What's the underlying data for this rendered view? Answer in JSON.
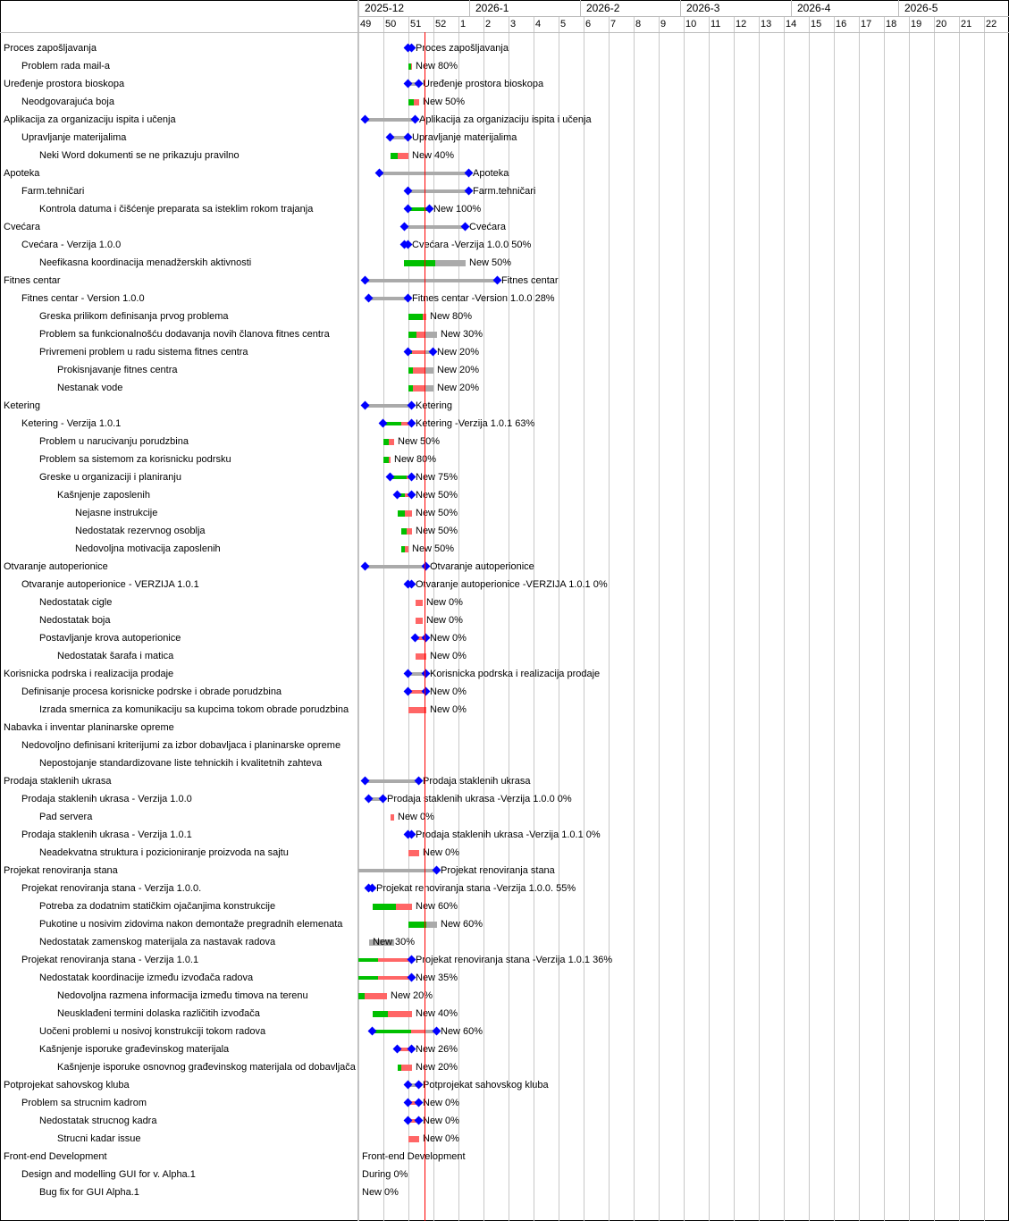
{
  "header": {
    "months": [
      {
        "label": "2025-12",
        "days": 31
      },
      {
        "label": "2026-1",
        "days": 31
      },
      {
        "label": "2026-2",
        "days": 28
      },
      {
        "label": "2026-3",
        "days": 31
      },
      {
        "label": "2026-4",
        "days": 30
      },
      {
        "label": "2026-5",
        "days": 31
      }
    ],
    "weeks": [
      "49",
      "50",
      "51",
      "52",
      "1",
      "2",
      "3",
      "4",
      "5",
      "6",
      "7",
      "8",
      "9",
      "10",
      "11",
      "12",
      "13",
      "14",
      "15",
      "16",
      "17",
      "18",
      "19",
      "20",
      "21",
      "22"
    ]
  },
  "colors": {
    "done": "#00c000",
    "late": "#ff6666",
    "todo": "#aaaaaa",
    "marker": "#0000ff",
    "today": "#ff0000",
    "grid": "#c8c8c8"
  },
  "today_day": 18.75,
  "rows_fields": [
    "label",
    "level",
    "kind",
    "start_day",
    "end_day",
    "done_until_day",
    "late_until_day",
    "caption"
  ],
  "rows": [
    [
      "Proces zapošljavanja",
      0,
      "p",
      14,
      15,
      14,
      14,
      "Proces zapošljavanja"
    ],
    [
      "Problem rada mail-a",
      1,
      "t",
      14,
      15,
      14.75,
      15,
      "New 80%"
    ],
    [
      "Uređenje prostora bioskopa",
      0,
      "p",
      14,
      17,
      14,
      14,
      "Uređenje prostora bioskopa"
    ],
    [
      "Neodgovarajuća boja",
      1,
      "t",
      14,
      17,
      15.5,
      17,
      "New 50%"
    ],
    [
      "Aplikacija za organizaciju ispita i učenja",
      0,
      "p",
      2,
      16,
      2,
      2,
      "Aplikacija za organizaciju ispita i učenja"
    ],
    [
      "Upravljanje materijalima",
      1,
      "p",
      9,
      14,
      9,
      9,
      "Upravljanje materijalima"
    ],
    [
      "Neki Word dokumenti se ne prikazuju pravilno",
      2,
      "t",
      9,
      14,
      11,
      14,
      "New 40%"
    ],
    [
      "Apoteka",
      0,
      "p",
      6,
      31,
      6,
      6,
      "Apoteka"
    ],
    [
      "Farm.tehničari",
      1,
      "p",
      14,
      31,
      14,
      14,
      "Farm.tehničari"
    ],
    [
      "Kontrola datuma i čišćenje preparata sa isteklim rokom trajanja",
      2,
      "m",
      14,
      20,
      20,
      20,
      "New 100%"
    ],
    [
      "Cvećara",
      0,
      "p",
      13,
      30,
      13,
      13,
      "Cvećara"
    ],
    [
      "Cvećara - Verzija 1.0.0",
      1,
      "p",
      13,
      14,
      13,
      13,
      "Cvećara -Verzija 1.0.0 50%"
    ],
    [
      "Neefikasna koordinacija menadžerskih aktivnosti",
      2,
      "t",
      12.75,
      30,
      21.5,
      21.5,
      "New 50%"
    ],
    [
      "Fitnes centar",
      0,
      "p",
      2,
      39,
      2,
      2,
      "Fitnes centar"
    ],
    [
      "Fitnes centar  - Version 1.0.0",
      1,
      "p",
      3,
      14,
      3,
      3,
      "Fitnes centar  -Version 1.0.0 28%"
    ],
    [
      "Greska prilikom definisanja prvog problema",
      2,
      "t",
      14,
      19,
      18,
      19,
      "New 80%"
    ],
    [
      "Problem sa funkcionalnošću dodavanja novih članova fitnes centra",
      2,
      "t",
      14,
      22,
      16.25,
      18.75,
      "New 30%"
    ],
    [
      "Privremeni problem u radu sistema fitnes centra",
      2,
      "m",
      14,
      21,
      15,
      18.75,
      "New 20%"
    ],
    [
      "Prokisnjavanje fitnes centra",
      3,
      "t",
      14,
      21,
      15.25,
      18.75,
      "New 20%"
    ],
    [
      "Nestanak vode",
      3,
      "t",
      14,
      21,
      15.25,
      18.75,
      "New 20%"
    ],
    [
      "Ketering",
      0,
      "p",
      2,
      15,
      2,
      2,
      "Ketering"
    ],
    [
      "Ketering - Verzija 1.0.1",
      1,
      "m",
      7,
      15,
      12,
      15,
      "Ketering -Verzija 1.0.1 63%"
    ],
    [
      "Problem u narucivanju porudzbina",
      2,
      "t",
      7,
      10,
      8.5,
      10,
      "New 50%"
    ],
    [
      "Problem sa sistemom za korisnicku podrsku",
      2,
      "t",
      7,
      9,
      8.5,
      9,
      "New 80%"
    ],
    [
      "Greske u organizaciji i planiranju",
      2,
      "m",
      9,
      15,
      13.5,
      15,
      "New 75%"
    ],
    [
      "Kašnjenje zaposlenih",
      3,
      "m",
      11,
      15,
      13,
      15,
      "New 50%"
    ],
    [
      "Nejasne instrukcije",
      4,
      "t",
      11,
      15,
      13,
      15,
      "New 50%"
    ],
    [
      "Nedostatak rezervnog osoblja",
      4,
      "t",
      12,
      15,
      13.5,
      15,
      "New 50%"
    ],
    [
      "Nedovoljna motivacija zaposlenih",
      4,
      "t",
      12,
      14,
      13,
      14,
      "New 50%"
    ],
    [
      "Otvaranje autoperionice",
      0,
      "p",
      2,
      19,
      2,
      2,
      "Otvaranje autoperionice"
    ],
    [
      "Otvaranje autoperionice - VERZIJA 1.0.1",
      1,
      "p",
      14,
      15,
      14,
      14,
      "Otvaranje autoperionice -VERZIJA 1.0.1 0%"
    ],
    [
      "Nedostatak cigle",
      2,
      "t",
      16,
      18,
      16,
      18,
      "New 0%"
    ],
    [
      "Nedostatak boja",
      2,
      "t",
      16,
      18,
      16,
      18,
      "New 0%"
    ],
    [
      "Postavljanje krova autoperionice",
      2,
      "m",
      16,
      19,
      16,
      19,
      "New 0%"
    ],
    [
      "Nedostatak šarafa i matica",
      3,
      "t",
      16,
      19,
      16,
      19,
      "New 0%"
    ],
    [
      "Korisnicka podrska i realizacija prodaje",
      0,
      "p",
      14,
      19,
      14,
      14,
      "Korisnicka podrska i realizacija prodaje"
    ],
    [
      "Definisanje procesa korisnicke podrske i obrade porudzbina",
      1,
      "m",
      14,
      19,
      14,
      19,
      "New 0%"
    ],
    [
      "Izrada smernica za komunikaciju sa kupcima tokom obrade porudzbina",
      2,
      "t",
      14,
      19,
      14,
      19,
      "New 0%"
    ],
    [
      "Nabavka i inventar planinarske opreme",
      0,
      "n",
      null,
      null,
      null,
      null,
      ""
    ],
    [
      "Nedovoljno definisani kriterijumi za izbor dobavljaca i planinarske opreme",
      1,
      "n",
      null,
      null,
      null,
      null,
      ""
    ],
    [
      "Nepostojanje standardizovane liste tehnickih i kvalitetnih zahteva",
      2,
      "n",
      null,
      null,
      null,
      null,
      ""
    ],
    [
      "Prodaja staklenih ukrasa",
      0,
      "p",
      2,
      17,
      2,
      2,
      "Prodaja staklenih ukrasa"
    ],
    [
      "Prodaja staklenih ukrasa - Verzija 1.0.0",
      1,
      "p",
      3,
      7,
      3,
      3,
      "Prodaja staklenih ukrasa -Verzija 1.0.0 0%"
    ],
    [
      "Pad servera",
      2,
      "t",
      9,
      10,
      9,
      10,
      "New 0%"
    ],
    [
      "Prodaja staklenih ukrasa - Verzija 1.0.1",
      1,
      "p",
      14,
      15,
      14,
      14,
      "Prodaja staklenih ukrasa -Verzija 1.0.1 0%"
    ],
    [
      "Neadekvatna struktura i pozicioniranje proizvoda na sajtu",
      2,
      "t",
      14,
      17,
      14,
      17,
      "New 0%"
    ],
    [
      "Projekat renoviranja stana",
      0,
      "p",
      -5,
      22,
      -5,
      -5,
      "Projekat renoviranja stana"
    ],
    [
      "Projekat renoviranja stana - Verzija 1.0.0.",
      1,
      "p",
      3,
      4,
      3,
      3,
      "Projekat renoviranja stana -Verzija 1.0.0. 55%"
    ],
    [
      "Potreba za dodatnim statičkim ojačanjima konstrukcije",
      2,
      "t",
      4,
      15,
      10.5,
      15,
      "New 60%"
    ],
    [
      "Pukotine u nosivim zidovima nakon demontaže pregradnih elemenata",
      2,
      "t",
      14,
      22,
      19,
      19,
      "New 60%"
    ],
    [
      "Nedostatak zamenskog materijala za nastavak radova",
      2,
      "t",
      3,
      10,
      3,
      3,
      "New 30%"
    ],
    [
      "Projekat renoviranja stana - Verzija 1.0.1",
      1,
      "m",
      -5,
      15,
      5.5,
      15,
      "Projekat renoviranja stana -Verzija 1.0.1 36%"
    ],
    [
      "Nedostatak koordinacije između izvođača radova",
      2,
      "m",
      -5,
      15,
      5.5,
      15,
      "New 35%"
    ],
    [
      "Nedovoljna razmena informacija između timova na terenu",
      3,
      "t",
      -5,
      8,
      1.75,
      8,
      "New 20%"
    ],
    [
      "Neusklađeni termini dolaska različitih izvođača",
      3,
      "t",
      4,
      15,
      8.25,
      15,
      "New 40%"
    ],
    [
      "Uočeni problemi u nosivoj konstrukciji tokom radova",
      2,
      "m",
      4,
      22,
      14.75,
      18.75,
      "New 60%"
    ],
    [
      "Kašnjenje isporuke građevinskog materijala",
      2,
      "m",
      11,
      15,
      11.75,
      15,
      "New 26%"
    ],
    [
      "Kašnjenje isporuke osnovnog građevinskog materijala od dobavljača",
      3,
      "t",
      11,
      15,
      12,
      15,
      "New 20%"
    ],
    [
      "Potprojekat sahovskog kluba",
      0,
      "p",
      14,
      17,
      14,
      14,
      "Potprojekat sahovskog kluba"
    ],
    [
      "Problem sa strucnim kadrom",
      1,
      "m",
      14,
      17,
      14,
      17,
      "New 0%"
    ],
    [
      "Nedostatak strucnog kadra",
      2,
      "m",
      14,
      17,
      14,
      17,
      "New 0%"
    ],
    [
      "Strucni kadar issue",
      3,
      "t",
      14,
      17,
      14,
      17,
      "New 0%"
    ],
    [
      "Front-end Development",
      0,
      "n",
      null,
      null,
      null,
      null,
      "Front-end Development"
    ],
    [
      "Design and modelling GUI for v. Alpha.1",
      1,
      "n",
      null,
      null,
      null,
      null,
      "During 0%"
    ],
    [
      "Bug fix for GUI Alpha.1",
      2,
      "n",
      null,
      null,
      null,
      null,
      "New 0%"
    ]
  ]
}
